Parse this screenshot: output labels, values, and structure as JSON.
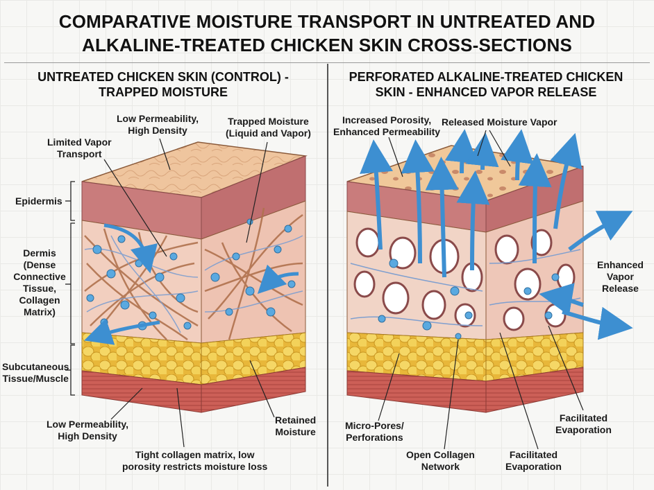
{
  "title": {
    "line1": "COMPARATIVE MOISTURE TRANSPORT IN UNTREATED AND",
    "line2": "ALKALINE-TREATED CHICKEN SKIN CROSS-SECTIONS"
  },
  "left_panel": {
    "heading_line1": "UNTREATED CHICKEN SKIN (CONTROL) -",
    "heading_line2": "TRAPPED MOISTURE",
    "labels": {
      "low_perm_top_1": "Low Permeability,",
      "low_perm_top_2": "High Density",
      "trapped_1": "Trapped Moisture",
      "trapped_2": "(Liquid and Vapor)",
      "limited_1": "Limited Vapor",
      "limited_2": "Transport",
      "epidermis": "Epidermis",
      "dermis_1": "Dermis",
      "dermis_2": "(Dense",
      "dermis_3": "Connective",
      "dermis_4": "Tissue,",
      "dermis_5": "Collagen",
      "dermis_6": "Matrix)",
      "subq_1": "Subcutaneous",
      "subq_2": "Tissue/Muscle",
      "low_perm_bot_1": "Low Permeability,",
      "low_perm_bot_2": "High Density",
      "retained_1": "Retained",
      "retained_2": "Moisture",
      "tight_1": "Tight collagen matrix, low",
      "tight_2": "porosity restricts moisture loss"
    }
  },
  "right_panel": {
    "heading_line1": "PERFORATED  ALKALINE-TREATED CHICKEN",
    "heading_line2": "SKIN - ENHANCED VAPOR RELEASE",
    "labels": {
      "porosity_1": "Increased Porosity,",
      "porosity_2": "Enhanced Permeability",
      "released": "Released Moisture Vapor",
      "enhanced_1": "Enhanced",
      "enhanced_2": "Vapor",
      "enhanced_3": "Release",
      "micropores_1": "Micro-Pores/",
      "micropores_2": "Perforations",
      "open_1": "Open Collagen",
      "open_2": "Network",
      "facil_mid_1": "Facilitated",
      "facil_mid_2": "Evaporation",
      "facil_right_1": "Facilitated",
      "facil_right_2": "Evaporation"
    }
  },
  "colors": {
    "epidermis_top": "#f0c8a0",
    "epidermis_band": "#c97c7c",
    "dermis": "#f2cfbf",
    "collagen": "#b0724e",
    "fibers_blue": "#7f9fcf",
    "fat": "#f1cf4e",
    "muscle": "#cf5f58",
    "droplet": "#5aa9e0",
    "arrow": "#3d8fd1"
  }
}
